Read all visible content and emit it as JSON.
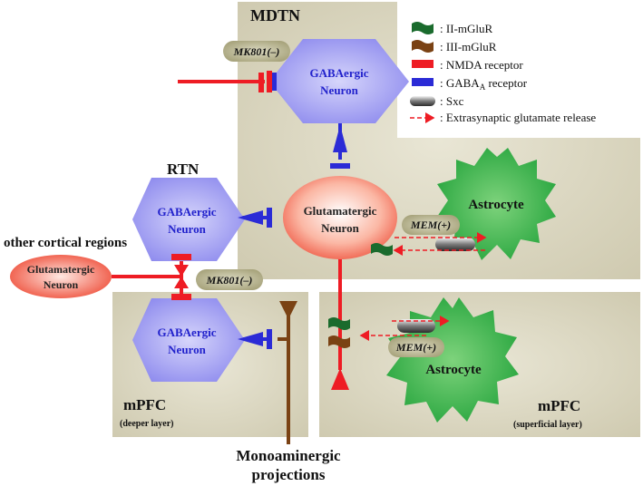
{
  "regions": {
    "mdtn": "MDTN",
    "rtn": "RTN",
    "other_cortical": "other cortical regions",
    "mpfc_deep": "mPFC",
    "mpfc_deep_sub": "(deeper layer)",
    "mpfc_superficial": "mPFC",
    "mpfc_superficial_sub": "(superficial layer)"
  },
  "neurons": {
    "gaba_mdtn": [
      "GABAergic",
      "Neuron"
    ],
    "gaba_rtn": [
      "GABAergic",
      "Neuron"
    ],
    "gaba_mpfc": [
      "GABAergic",
      "Neuron"
    ],
    "glut_mdtn": [
      "Glutamatergic",
      "Neuron"
    ],
    "glut_cortical": [
      "Glutamatergic",
      "Neuron"
    ]
  },
  "astrocytes": {
    "mdtn": "Astrocyte",
    "mpfc": "Astrocyte"
  },
  "drugs": {
    "mk801_top": "MK801(–)",
    "mk801_mid": "MK801(–)",
    "mem_top": "MEM(+)",
    "mem_bottom": "MEM(+)"
  },
  "projections": [
    "Monoaminergic",
    "projections"
  ],
  "legend": [
    {
      "marker": "ii-mglur",
      "label": ": II-mGluR"
    },
    {
      "marker": "iii-mglur",
      "label": ": III-mGluR"
    },
    {
      "marker": "nmda",
      "label": ": NMDA receptor"
    },
    {
      "marker": "gaba-a",
      "label": ": GABA",
      "sub": "A",
      "suffix": " receptor"
    },
    {
      "marker": "sxc",
      "label": ": Sxc"
    },
    {
      "marker": "extrasynaptic",
      "label": ": Extrasynaptic glutamate release"
    }
  ],
  "colors": {
    "region_bg": "#d7d3bc",
    "neuron_gaba": "#a8a6f2",
    "neuron_gaba_text": "#2222cc",
    "glut_fill": "#fbc7b7",
    "astrocyte": "#3cb44a",
    "red": "#ee1c24",
    "blue": "#2b2bd6",
    "green_receptor": "#1a6b2d",
    "brown_receptor": "#7a4214",
    "pill": "#b2ae86"
  }
}
